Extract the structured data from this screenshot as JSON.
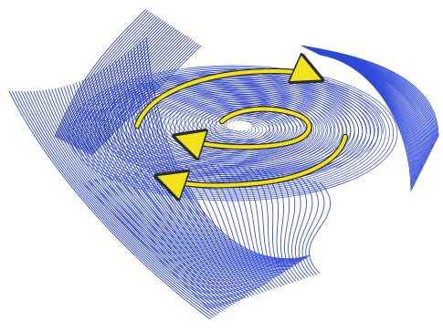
{
  "figure": {
    "subject": "spiral-mesh-surface",
    "colors": {
      "background": "#ffffff",
      "mesh_line": "#2f49d8",
      "mesh_dark": "#1c2fa8",
      "arrow_fill": "#f2e21a",
      "arrow_outline": "#2b2b2b"
    },
    "arrows": [
      {
        "name": "outer-top-arc",
        "direction": "clockwise"
      },
      {
        "name": "outer-bottom-arc",
        "direction": "clockwise"
      },
      {
        "name": "inner-arc",
        "direction": "clockwise"
      }
    ]
  }
}
